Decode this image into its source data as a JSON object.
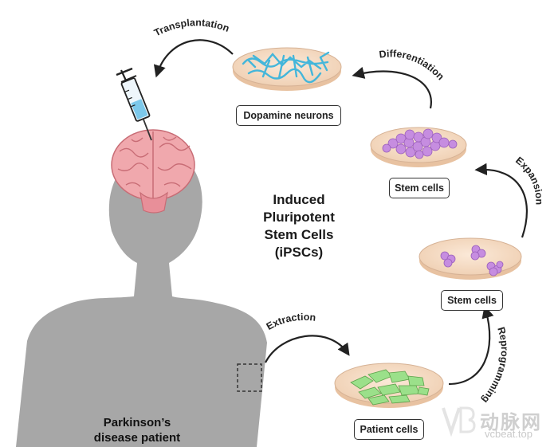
{
  "center_title": [
    "Induced",
    "Pluripotent",
    "Stem Cells",
    "(iPSCs)"
  ],
  "patient_label": [
    "Parkinson’s",
    "disease patient"
  ],
  "steps": {
    "transplantation": "Transplantation",
    "differentiation": "Differentiation",
    "expansion": "Expansion",
    "reprogramming": "Reprogramming",
    "extraction": "Extraction"
  },
  "dishes": {
    "dopamine": "Dopamine neurons",
    "stem_top": "Stem cells",
    "stem_mid": "Stem cells",
    "patient": "Patient cells"
  },
  "watermark": {
    "mark": "VB",
    "name": "动脉网",
    "url": "vcbeat.top"
  },
  "colors": {
    "body": "#a7a7a7",
    "brain": "#f0a8ad",
    "dish": "#f6dcc4",
    "neurons": "#44b6da",
    "stem": "#c68de0",
    "patient_cells": "#9be08a",
    "syringe_fluid": "#7cc8ea"
  },
  "icons": [
    "syringe-icon",
    "brain-icon",
    "dashed-extraction-box-icon"
  ]
}
